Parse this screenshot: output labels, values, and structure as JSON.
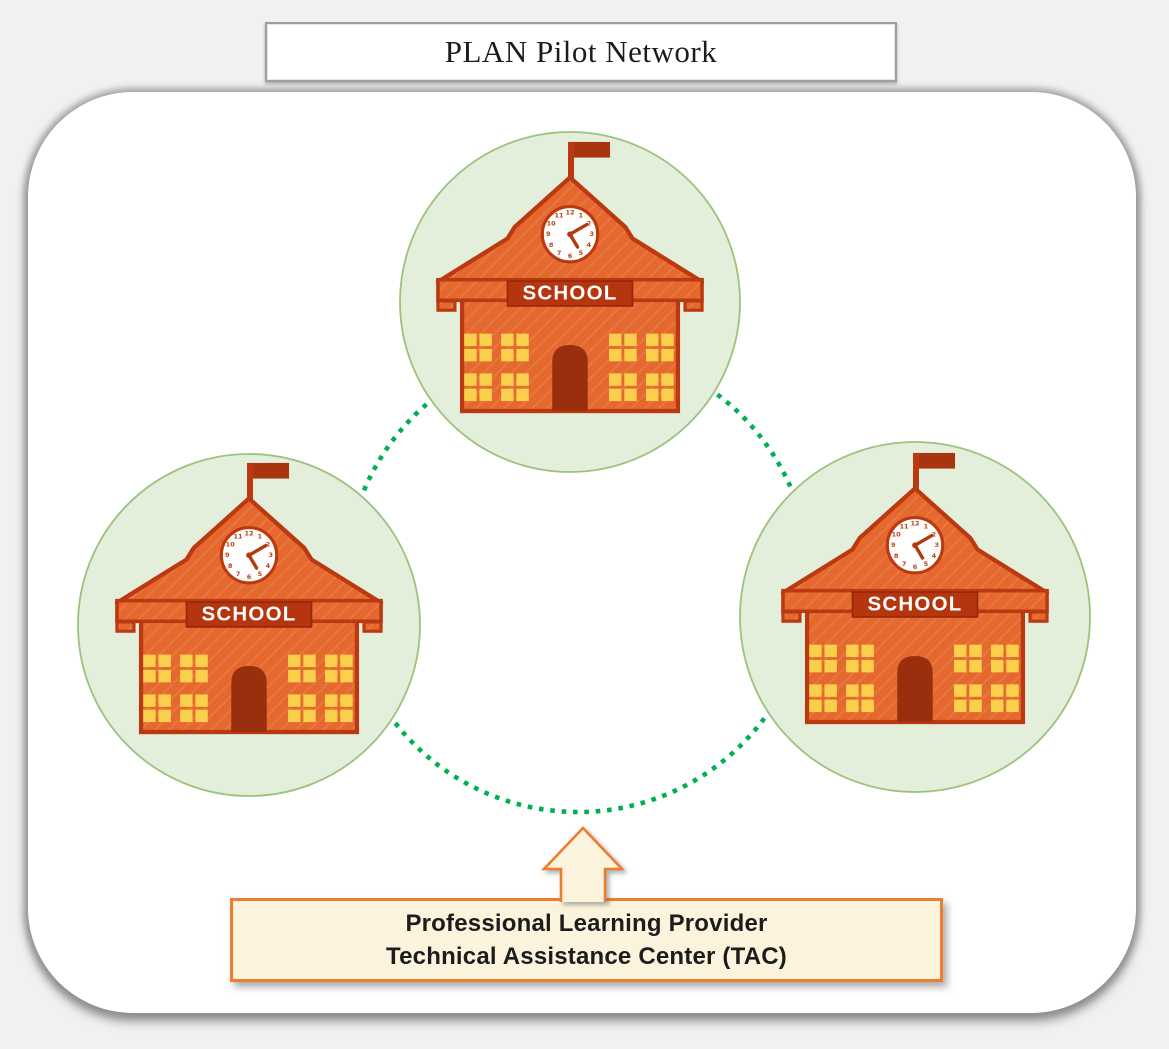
{
  "page": {
    "background_color": "#F1F1F1",
    "panel_fill": "#FFFFFF"
  },
  "header": {
    "title": "PLAN Pilot Network"
  },
  "diagram": {
    "schools": [
      {
        "position": "top",
        "label": "SCHOOL"
      },
      {
        "position": "left",
        "label": "SCHOOL"
      },
      {
        "position": "right",
        "label": "SCHOOL"
      }
    ],
    "clock_numbers": [
      "12",
      "1",
      "2",
      "3",
      "4",
      "5",
      "6",
      "7",
      "8",
      "9",
      "10",
      "11"
    ],
    "connector": {
      "shape": "dotted-circle",
      "color": "#00B050"
    },
    "arrow": {
      "direction": "up",
      "fill": "#FCF3DC",
      "border_color": "#ED7D31"
    }
  },
  "provider_box": {
    "line1": "Professional Learning Provider",
    "line2": "Technical Assistance Center (TAC)",
    "fill": "#FCF3DC",
    "border_color": "#ED7D31"
  },
  "colors": {
    "school_body": "#E5692E",
    "school_outline": "#BB3910",
    "school_banner": "#B5350F",
    "school_door": "#9A2F0E",
    "window_yellow": "#F9CF4B",
    "circle_fill": "#E3EEDB",
    "circle_border": "#9CC27B"
  },
  "icons": {
    "school": "school-building-icon",
    "clock": "clock-icon",
    "flag": "flag-icon",
    "arrow": "block-up-arrow-icon"
  }
}
